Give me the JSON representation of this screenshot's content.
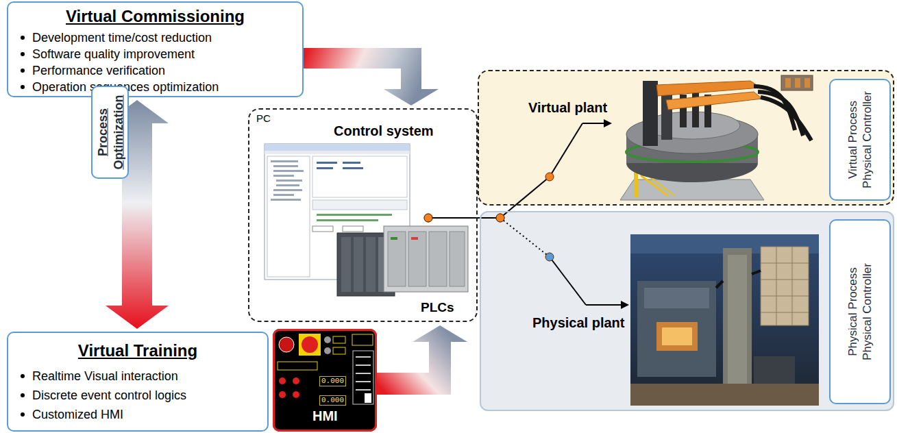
{
  "diagram": {
    "nodes": [
      {
        "text": [
          "Virtual Commissioning",
          "Development time/cost reduction",
          "Software quality improvement",
          "Performance verification",
          "Operation sequences optimization"
        ]
      },
      {
        "text": [
          "Process Optimization"
        ]
      },
      {
        "text": [
          "Virtual Training",
          "Realtime Visual interaction",
          "Discrete event control logics",
          "Customized HMI"
        ]
      },
      {
        "text": [
          "PC",
          "Control system",
          "PLCs"
        ]
      },
      {
        "text": [
          "HMI"
        ]
      },
      {
        "text": [
          "Virtual plant"
        ]
      },
      {
        "text": [
          "Virtual Process Physical Controller"
        ],
        "in": 5
      },
      {
        "text": [
          "Physical plant"
        ]
      },
      {
        "text": [
          "Physical Process Physical Controller"
        ],
        "in": 7
      }
    ],
    "edges": [
      {
        "from": 0,
        "to": 3,
        "arrow": "to"
      },
      {
        "from": 0,
        "to": 2,
        "arrow": "both"
      },
      {
        "from": 4,
        "to": 3,
        "arrow": "to"
      },
      {
        "from": 3,
        "to": 5,
        "arrow": "to"
      },
      {
        "from": 3,
        "to": 7,
        "arrow": "to"
      }
    ],
    "labels": [
      "0.000",
      "0.000"
    ]
  }
}
